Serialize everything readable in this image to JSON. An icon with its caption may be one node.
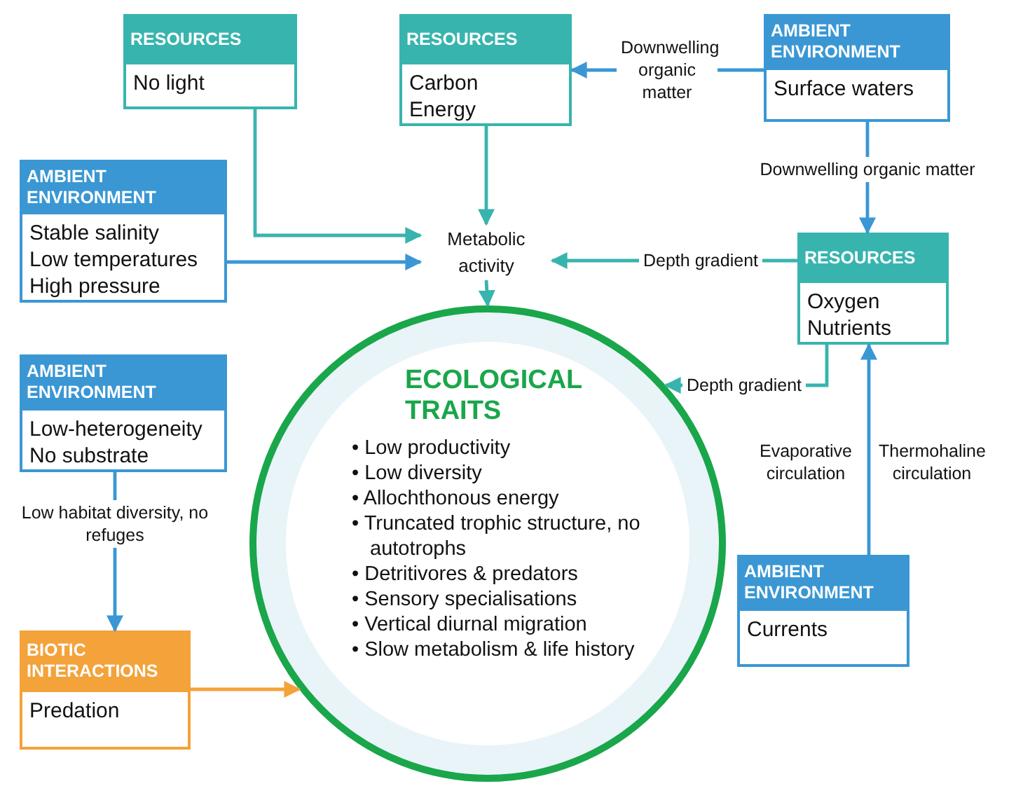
{
  "diagram": {
    "nodes": [
      {
        "text": [
          "RESOURCES",
          "No light"
        ]
      },
      {
        "text": [
          "RESOURCES",
          "Carbon",
          "Energy"
        ]
      },
      {
        "text": [
          "AMBIENT ENVIRONMENT",
          "Surface waters"
        ]
      },
      {
        "text": [
          "AMBIENT ENVIRONMENT",
          "Stable salinity",
          "Low temperatures",
          "High pressure"
        ]
      },
      {
        "text": [
          "Metabolic activity"
        ]
      },
      {
        "text": [
          "RESOURCES",
          "Oxygen",
          "Nutrients"
        ]
      },
      {
        "text": [
          "ECOLOGICAL TRAITS",
          "• Low productivity",
          "• Low diversity",
          "• Allochthonous energy",
          "• Truncated trophic structure, no autotrophs",
          "• Detritivores & predators",
          "• Sensory specialisations",
          "• Vertical diurnal migration",
          "• Slow metabolism & life history"
        ]
      },
      {
        "text": [
          "AMBIENT ENVIRONMENT",
          "Low-heterogeneity",
          "No substrate"
        ]
      },
      {
        "text": [
          "BIOTIC INTERACTIONS",
          "Predation"
        ]
      },
      {
        "text": [
          "AMBIENT ENVIRONMENT",
          "Currents"
        ]
      }
    ],
    "edges": [
      {
        "from": 0,
        "to": 4,
        "arrow": "to"
      },
      {
        "from": 3,
        "to": 4,
        "arrow": "to",
        "color": "#3a97d4"
      },
      {
        "from": 1,
        "to": 4,
        "arrow": "to"
      },
      {
        "from": 2,
        "to": 1,
        "arrow": "to",
        "label": "Downwelling organic matter",
        "color": "#3a97d4"
      },
      {
        "from": 2,
        "to": 5,
        "arrow": "to",
        "label": "Downwelling organic matter",
        "color": "#3a97d4"
      },
      {
        "from": 5,
        "to": 4,
        "arrow": "to",
        "label": "Depth gradient"
      },
      {
        "from": 5,
        "to": 6,
        "arrow": "to",
        "label": "Depth gradient"
      },
      {
        "from": 4,
        "to": 6,
        "arrow": "to"
      },
      {
        "from": 7,
        "to": 8,
        "arrow": "to",
        "label": "Low habitat diversity, no refuges",
        "color": "#3a97d4"
      },
      {
        "from": 8,
        "to": 6,
        "arrow": "to",
        "color": "#f4a23a"
      },
      {
        "from": 9,
        "to": 5,
        "arrow": "to",
        "label": "Evaporative circulation",
        "color": "#3a97d4"
      }
    ],
    "labels": [
      "Thermohaline circulation"
    ]
  }
}
